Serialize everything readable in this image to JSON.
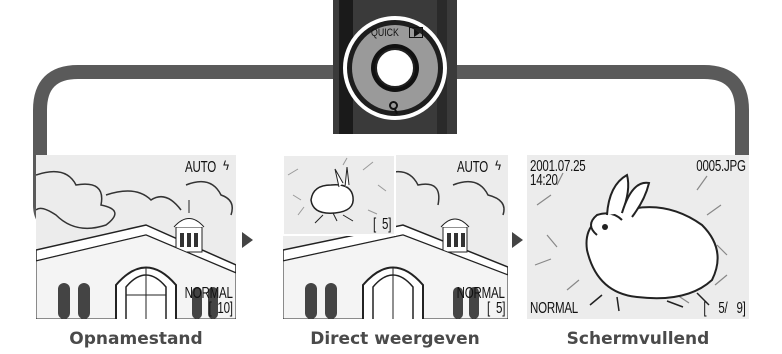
{
  "button": {
    "label": "QUICK",
    "play_icon": "play-triangle-icon",
    "zoom_icon": "magnifier-icon"
  },
  "panels": [
    {
      "caption": "Opnamestand",
      "mode": "AUTO",
      "flash_icon": "flash-icon",
      "quality": "NORMAL",
      "count": "[  10]"
    },
    {
      "caption": "Direct weergeven",
      "thumb_mode": "AUTO",
      "quality": "NORMAL",
      "thumb_count": "[  5]",
      "count": "[  5]"
    },
    {
      "caption": "Schermvullend",
      "date": "2001.07.25",
      "time": "14:20",
      "filename": "0005.JPG",
      "quality": "NORMAL",
      "frame": "[    5/   9]"
    }
  ],
  "colors": {
    "loop": "#5a5a5a",
    "screen": "#ececec",
    "camera_body": "#3a3a3a",
    "caption": "#4a4a4a"
  }
}
